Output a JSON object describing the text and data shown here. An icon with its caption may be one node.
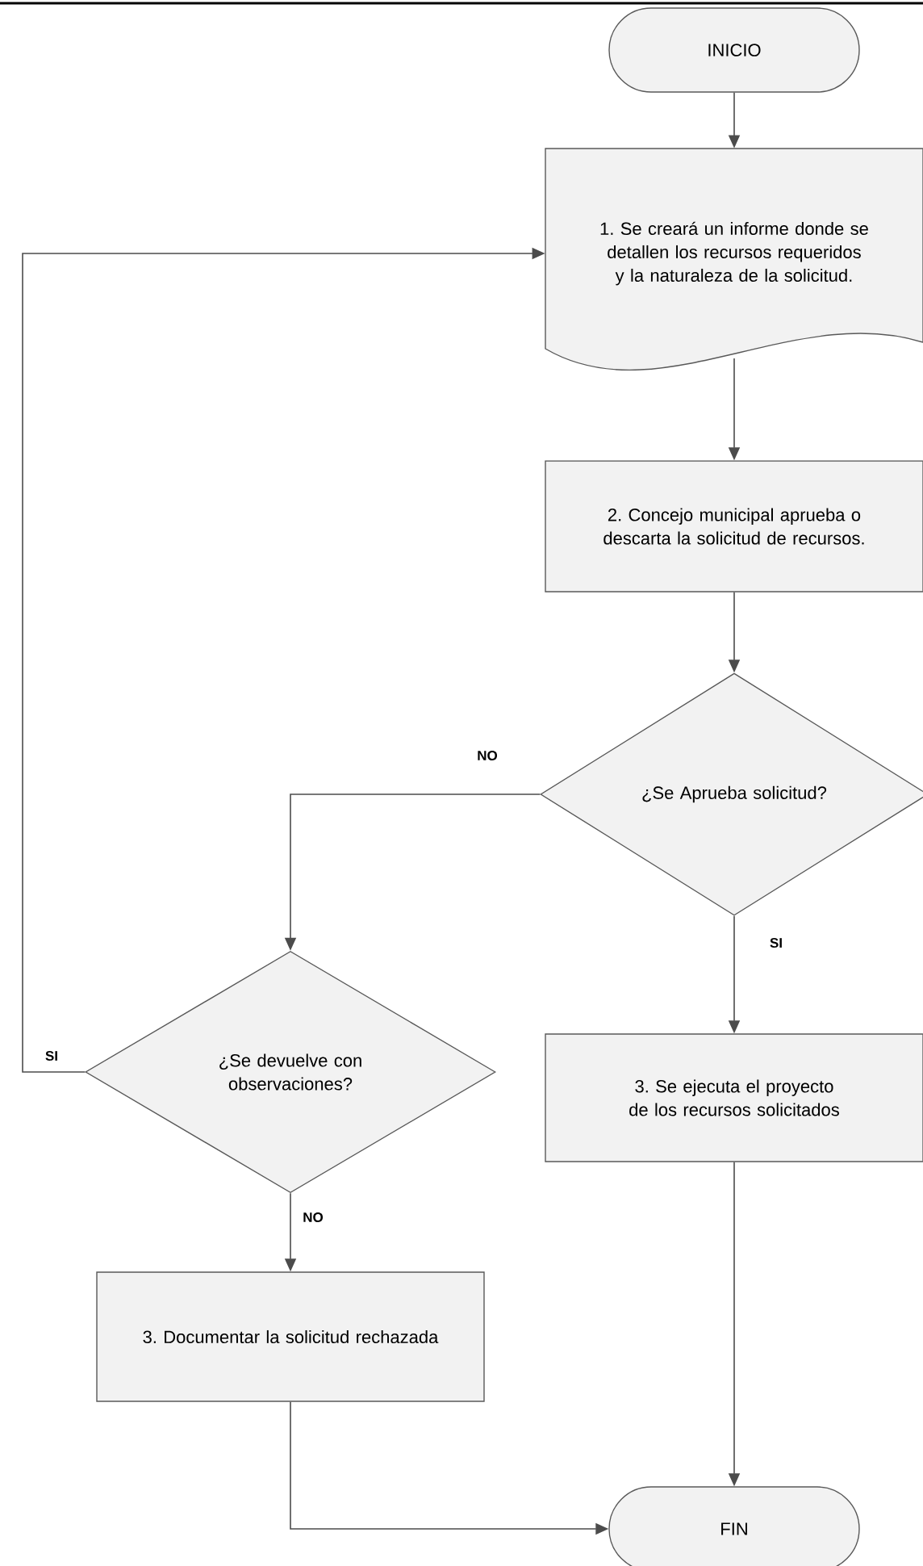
{
  "diagram": {
    "nodes": [
      {
        "text": [
          "INICIO"
        ]
      },
      {
        "text": [
          "1. Se creará un informe donde se detallen los recursos requeridos y la naturaleza de la solicitud."
        ]
      },
      {
        "text": [
          "2. Concejo municipal aprueba o descarta la solicitud de recursos."
        ]
      },
      {
        "text": [
          "¿Se Aprueba solicitud?"
        ]
      },
      {
        "text": [
          "¿Se devuelve con observaciones?"
        ]
      },
      {
        "text": [
          "3. Se ejecuta el proyecto de los recursos solicitados"
        ]
      },
      {
        "text": [
          "3. Documentar la solicitud rechazada"
        ]
      },
      {
        "text": [
          "FIN"
        ]
      }
    ],
    "edges": [
      {
        "from": 0,
        "to": 1,
        "arrow": "to"
      },
      {
        "from": 1,
        "to": 2,
        "arrow": "to"
      },
      {
        "from": 2,
        "to": 3,
        "arrow": "to"
      },
      {
        "from": 3,
        "to": 4,
        "arrow": "to",
        "label": "NO"
      },
      {
        "from": 3,
        "to": 5,
        "arrow": "to",
        "label": "SI"
      },
      {
        "from": 4,
        "to": 1,
        "arrow": "to",
        "label": "SI"
      },
      {
        "from": 4,
        "to": 6,
        "arrow": "to",
        "label": "NO"
      },
      {
        "from": 6,
        "to": 7,
        "arrow": "to"
      },
      {
        "from": 5,
        "to": 7,
        "arrow": "to"
      }
    ]
  }
}
